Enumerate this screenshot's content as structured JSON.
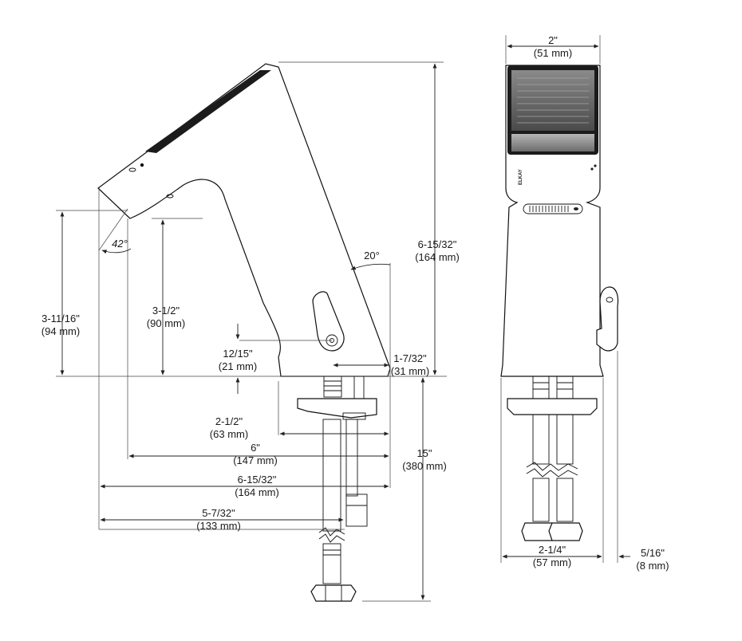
{
  "side_view": {
    "height_right": {
      "imperial": "6-15/32\"",
      "metric": "(164 mm)"
    },
    "angle_spout": "20°",
    "angle_sensor": "42°",
    "height_left": {
      "imperial": "3-11/16\"",
      "metric": "(94 mm)"
    },
    "height_spout": {
      "imperial": "3-1/2\"",
      "metric": "(90 mm)"
    },
    "lever_height": {
      "imperial": "12/15\"",
      "metric": "(21 mm)"
    },
    "base_offset": {
      "imperial": "1-7/32\"",
      "metric": "(31 mm)"
    },
    "base_width": {
      "imperial": "2-1/2\"",
      "metric": "(63 mm)"
    },
    "reach_6": {
      "imperial": "6\"",
      "metric": "(147 mm)"
    },
    "reach_full": {
      "imperial": "6-15/32\"",
      "metric": "(164 mm)"
    },
    "reach_mid": {
      "imperial": "5-7/32\"",
      "metric": "(133 mm)"
    },
    "shank_length": {
      "imperial": "15\"",
      "metric": "(380 mm)"
    }
  },
  "front_view": {
    "top_width": {
      "imperial": "2\"",
      "metric": "(51 mm)"
    },
    "base_width": {
      "imperial": "2-1/4\"",
      "metric": "(57 mm)"
    },
    "lever_offset": {
      "imperial": "5/16\"",
      "metric": "(8 mm)"
    },
    "logo_text": "ELKAY"
  },
  "colors": {
    "line": "#111111",
    "dark": "#1b1b1b",
    "screen": "#6a6a6a"
  }
}
